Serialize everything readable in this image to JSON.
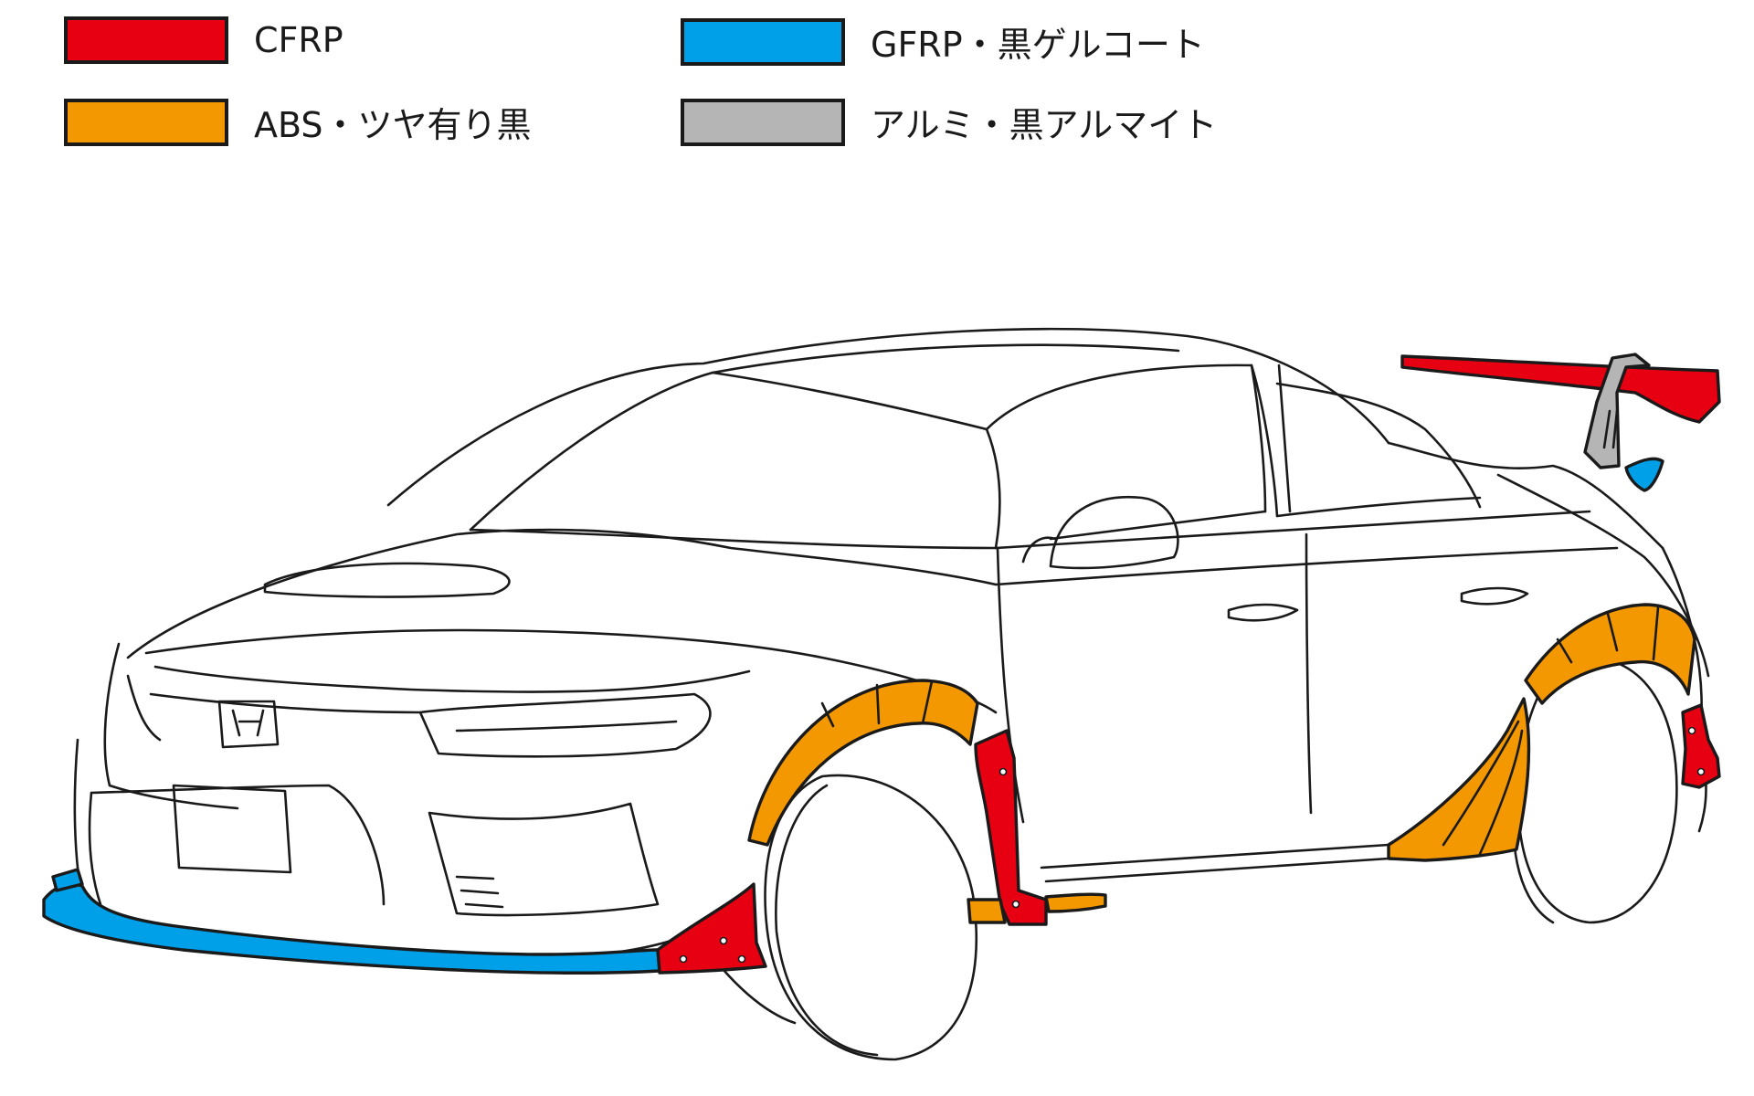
{
  "legend": {
    "items": [
      {
        "label": "CFRP",
        "color": "#e60012"
      },
      {
        "label": "GFRP・黒ゲルコート",
        "color": "#00a0e9"
      },
      {
        "label": "ABS・ツヤ有り黒",
        "color": "#f39800"
      },
      {
        "label": "アルミ・黒アルマイト",
        "color": "#b5b5b5"
      }
    ]
  },
  "materials": {
    "cfrp": "#e60012",
    "gfrp": "#00a0e9",
    "abs": "#f39800",
    "alu": "#b5b5b5"
  },
  "parts": [
    {
      "id": "rear-wing",
      "material": "cfrp"
    },
    {
      "id": "wing-stay",
      "material": "alu"
    },
    {
      "id": "rear-spoiler-lower",
      "material": "gfrp"
    },
    {
      "id": "front-lip-spoiler",
      "material": "gfrp"
    },
    {
      "id": "front-canard",
      "material": "cfrp"
    },
    {
      "id": "front-fender-flare",
      "material": "abs"
    },
    {
      "id": "front-fender-fin",
      "material": "cfrp"
    },
    {
      "id": "side-skirt-front-extension",
      "material": "abs"
    },
    {
      "id": "rear-fender-flare",
      "material": "abs"
    },
    {
      "id": "rear-side-diffuser",
      "material": "abs"
    },
    {
      "id": "rear-fender-fin",
      "material": "cfrp"
    }
  ]
}
